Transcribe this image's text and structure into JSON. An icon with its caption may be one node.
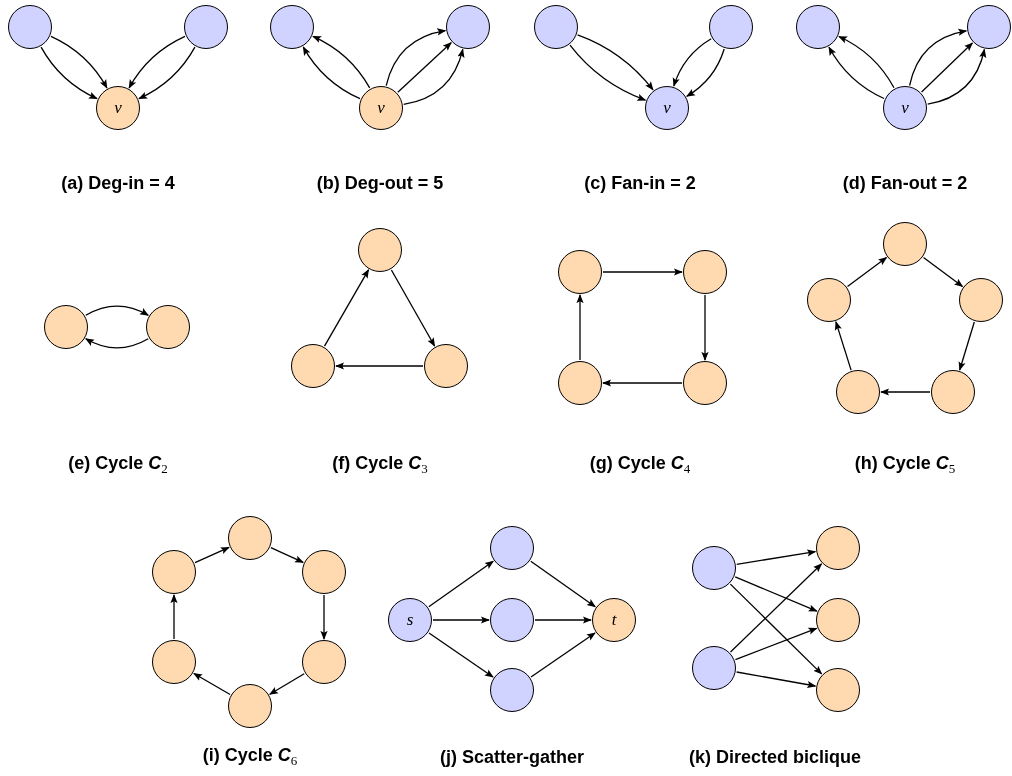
{
  "diagram": {
    "nodes": [
      {
        "text": [],
        "shape": "circle"
      },
      {
        "text": [],
        "shape": "circle"
      },
      {
        "text": [
          "v"
        ]
      },
      {
        "text": [],
        "shape": "circle"
      },
      {
        "text": [],
        "shape": "circle"
      },
      {
        "text": [
          "v"
        ]
      },
      {
        "text": [],
        "shape": "circle"
      },
      {
        "text": [],
        "shape": "circle"
      },
      {
        "text": [
          "v"
        ]
      },
      {
        "text": [],
        "shape": "circle"
      },
      {
        "text": [],
        "shape": "circle"
      },
      {
        "text": [
          "v"
        ]
      },
      {
        "text": [],
        "shape": "circle"
      },
      {
        "text": [],
        "shape": "circle"
      },
      {
        "text": [],
        "shape": "circle"
      },
      {
        "text": [],
        "shape": "circle"
      },
      {
        "text": [],
        "shape": "circle"
      },
      {
        "text": [],
        "shape": "circle"
      },
      {
        "text": [],
        "shape": "circle"
      },
      {
        "text": [],
        "shape": "circle"
      },
      {
        "text": [],
        "shape": "circle"
      },
      {
        "text": [],
        "shape": "circle"
      },
      {
        "text": [],
        "shape": "circle"
      },
      {
        "text": [],
        "shape": "circle"
      },
      {
        "text": [],
        "shape": "circle"
      },
      {
        "text": [],
        "shape": "circle"
      },
      {
        "text": [],
        "shape": "circle"
      },
      {
        "text": [],
        "shape": "circle"
      },
      {
        "text": [],
        "shape": "circle"
      },
      {
        "text": [],
        "shape": "circle"
      },
      {
        "text": [],
        "shape": "circle"
      },
      {
        "text": [],
        "shape": "circle"
      },
      {
        "text": [],
        "shape": "circle"
      },
      {
        "text": [
          "s"
        ]
      },
      {
        "text": [],
        "shape": "circle"
      },
      {
        "text": [
          "t"
        ]
      },
      {
        "text": [],
        "shape": "circle"
      },
      {
        "text": [],
        "shape": "circle"
      },
      {
        "text": [],
        "shape": "circle"
      },
      {
        "text": [],
        "shape": "circle"
      },
      {
        "text": [],
        "shape": "circle"
      },
      {
        "text": [],
        "shape": "circle"
      }
    ],
    "edges": [
      {
        "from": 0,
        "to": 2,
        "arrow": "to"
      },
      {
        "from": 0,
        "to": 2,
        "arrow": "to"
      },
      {
        "from": 1,
        "to": 2,
        "arrow": "to"
      },
      {
        "from": 1,
        "to": 2,
        "arrow": "to"
      },
      {
        "from": 5,
        "to": 3,
        "arrow": "to"
      },
      {
        "from": 5,
        "to": 3,
        "arrow": "to"
      },
      {
        "from": 5,
        "to": 4,
        "arrow": "to"
      },
      {
        "from": 5,
        "to": 4,
        "arrow": "to"
      },
      {
        "from": 5,
        "to": 4,
        "arrow": "to"
      },
      {
        "from": 6,
        "to": 8,
        "arrow": "to"
      },
      {
        "from": 6,
        "to": 8,
        "arrow": "to"
      },
      {
        "from": 7,
        "to": 8,
        "arrow": "to"
      },
      {
        "from": 7,
        "to": 8,
        "arrow": "to"
      },
      {
        "from": 11,
        "to": 9,
        "arrow": "to"
      },
      {
        "from": 11,
        "to": 9,
        "arrow": "to"
      },
      {
        "from": 11,
        "to": 10,
        "arrow": "to"
      },
      {
        "from": 11,
        "to": 10,
        "arrow": "to"
      },
      {
        "from": 11,
        "to": 10,
        "arrow": "to"
      },
      {
        "from": 12,
        "to": 13,
        "arrow": "to"
      },
      {
        "from": 13,
        "to": 12,
        "arrow": "to"
      },
      {
        "from": 14,
        "to": 16,
        "arrow": "to"
      },
      {
        "from": 16,
        "to": 15,
        "arrow": "to"
      },
      {
        "from": 15,
        "to": 14,
        "arrow": "to"
      },
      {
        "from": 17,
        "to": 18,
        "arrow": "to"
      },
      {
        "from": 18,
        "to": 20,
        "arrow": "to"
      },
      {
        "from": 20,
        "to": 19,
        "arrow": "to"
      },
      {
        "from": 19,
        "to": 17,
        "arrow": "to"
      },
      {
        "from": 22,
        "to": 21,
        "arrow": "to"
      },
      {
        "from": 21,
        "to": 23,
        "arrow": "to"
      },
      {
        "from": 23,
        "to": 25,
        "arrow": "to"
      },
      {
        "from": 25,
        "to": 24,
        "arrow": "to"
      },
      {
        "from": 24,
        "to": 22,
        "arrow": "to"
      },
      {
        "from": 27,
        "to": 26,
        "arrow": "to"
      },
      {
        "from": 26,
        "to": 28,
        "arrow": "to"
      },
      {
        "from": 28,
        "to": 30,
        "arrow": "to"
      },
      {
        "from": 30,
        "to": 31,
        "arrow": "to"
      },
      {
        "from": 31,
        "to": 29,
        "arrow": "to"
      },
      {
        "from": 29,
        "to": 27,
        "arrow": "to"
      },
      {
        "from": 33,
        "to": 32,
        "arrow": "to"
      },
      {
        "from": 33,
        "to": 34,
        "arrow": "to"
      },
      {
        "from": 33,
        "to": 36,
        "arrow": "to"
      },
      {
        "from": 32,
        "to": 35,
        "arrow": "to"
      },
      {
        "from": 34,
        "to": 35,
        "arrow": "to"
      },
      {
        "from": 36,
        "to": 35,
        "arrow": "to"
      },
      {
        "from": 38,
        "to": 37,
        "arrow": "to"
      },
      {
        "from": 38,
        "to": 39,
        "arrow": "to"
      },
      {
        "from": 38,
        "to": 41,
        "arrow": "to"
      },
      {
        "from": 40,
        "to": 37,
        "arrow": "to"
      },
      {
        "from": 40,
        "to": 39,
        "arrow": "to"
      },
      {
        "from": 40,
        "to": 41,
        "arrow": "to"
      }
    ],
    "labels": [
      "(a) Deg-in = 4",
      "(b) Deg-out = 5",
      "(c) Fan-in = 2",
      "(d) Fan-out = 2",
      "(e) Cycle *C*$_{2}$",
      "(f) Cycle *C*$_{3}$",
      "(g) Cycle *C*$_{4}$",
      "(h) Cycle *C*$_{5}$",
      "(i) Cycle *C*$_{6}$",
      "(j) Scatter-gather",
      "(k) Directed biclique"
    ]
  }
}
